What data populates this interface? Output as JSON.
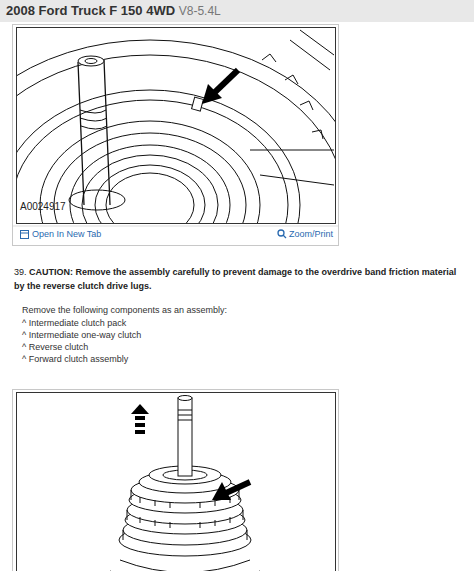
{
  "diagram": {
    "title": "2008 Ford Truck F 150 4WD",
    "labels": [
      "V8-5.4L",
      "A0024917",
      "Open In New Tab",
      "Zoom/Print",
      "39.",
      "CAUTION: Remove the assembly carefully to prevent damage to the overdrive band friction material by the reverse clutch drive lugs.",
      "Remove the following components as an assembly:",
      "^ Intermediate clutch pack",
      "^ Intermediate one-way clutch",
      "^ Reverse clutch",
      "^ Forward clutch assembly"
    ]
  }
}
